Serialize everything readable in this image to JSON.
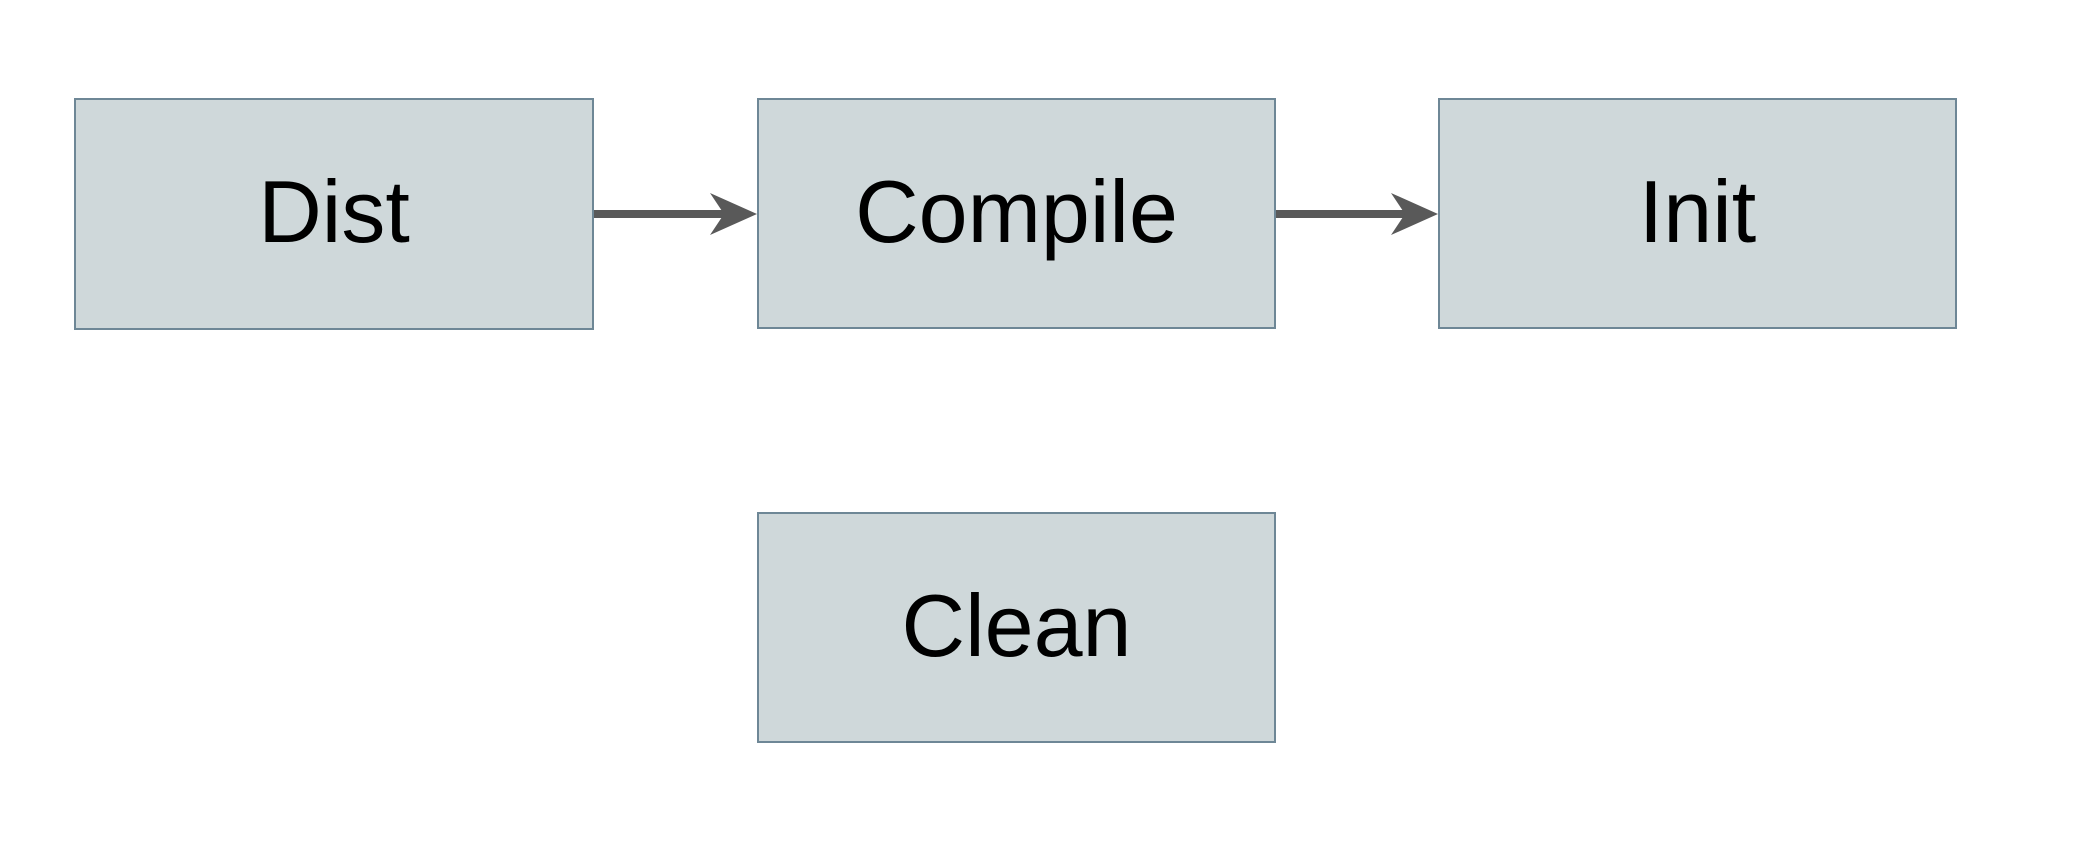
{
  "diagram": {
    "nodes": [
      {
        "id": "dist",
        "label": "Dist"
      },
      {
        "id": "compile",
        "label": "Compile"
      },
      {
        "id": "init",
        "label": "Init"
      },
      {
        "id": "clean",
        "label": "Clean"
      }
    ],
    "edges": [
      {
        "from": "Dist",
        "to": "Compile"
      },
      {
        "from": "Compile",
        "to": "Init"
      }
    ]
  },
  "theme": {
    "node-fill": "#cfd8da",
    "node-border": "#6e8796",
    "arrow-color": "#595959",
    "text-color": "#000000",
    "canvas-bg": "#ffffff"
  }
}
